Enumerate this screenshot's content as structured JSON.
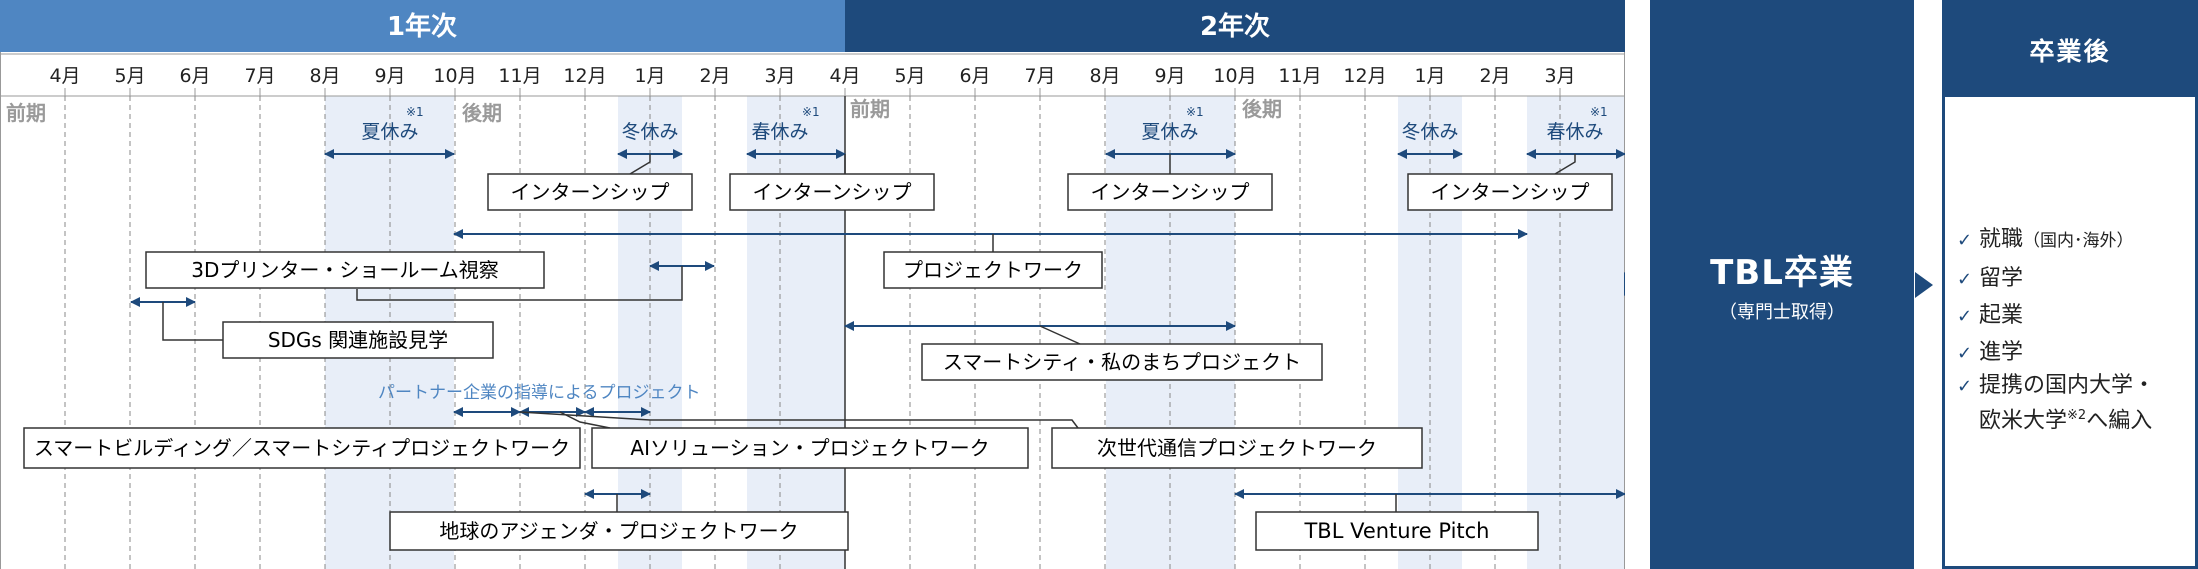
{
  "year_headers": [
    "1年次",
    "2年次"
  ],
  "months": [
    "4月",
    "5月",
    "6月",
    "7月",
    "8月",
    "9月",
    "10月",
    "11月",
    "12月",
    "1月",
    "2月",
    "3月",
    "4月",
    "5月",
    "6月",
    "7月",
    "8月",
    "9月",
    "10月",
    "11月",
    "12月",
    "1月",
    "2月",
    "3月"
  ],
  "terms": [
    "前期",
    "後期",
    "前期",
    "後期"
  ],
  "breaks": [
    {
      "label": "夏休み",
      "note": "※1"
    },
    {
      "label": "冬休み",
      "note": ""
    },
    {
      "label": "春休み",
      "note": "※1"
    },
    {
      "label": "夏休み",
      "note": "※1"
    },
    {
      "label": "冬休み",
      "note": ""
    },
    {
      "label": "春休み",
      "note": "※1"
    }
  ],
  "activities": {
    "internship": "インターンシップ",
    "factory_3d": "3Dプリンター・ショールーム視察",
    "project_work": "プロジェクトワーク",
    "sdgs": "SDGs 関連施設見学",
    "smart_city_mine": "スマートシティ・私のまちプロジェクト",
    "partner_note": "パートナー企業の指導によるプロジェクト",
    "smart_building": "スマートビルディング／スマートシティプロジェクトワーク",
    "ai_solution": "AIソリューション・プロジェクトワーク",
    "next_gen": "次世代通信プロジェクトワーク",
    "earth_agenda": "地球のアジェンダ・プロジェクトワーク",
    "venture_pitch": "TBL Venture Pitch"
  },
  "graduation": {
    "title": "TBL卒業",
    "subtitle": "（専門士取得）"
  },
  "after": {
    "title": "卒業後",
    "items": [
      {
        "text": "就職",
        "sub": "（国内･海外）"
      },
      {
        "text": "留学",
        "sub": ""
      },
      {
        "text": "起業",
        "sub": ""
      },
      {
        "text": "進学",
        "sub": ""
      },
      {
        "text": "提携の国内大学・",
        "sub": ""
      },
      {
        "text": "欧米大学",
        "sup": "※2",
        "tail": "へ編入"
      }
    ]
  },
  "colors": {
    "navy": "#1e4a7c",
    "header1": "#4f86c2",
    "shade": "#e8eef8",
    "term": "#9a9a9a"
  }
}
